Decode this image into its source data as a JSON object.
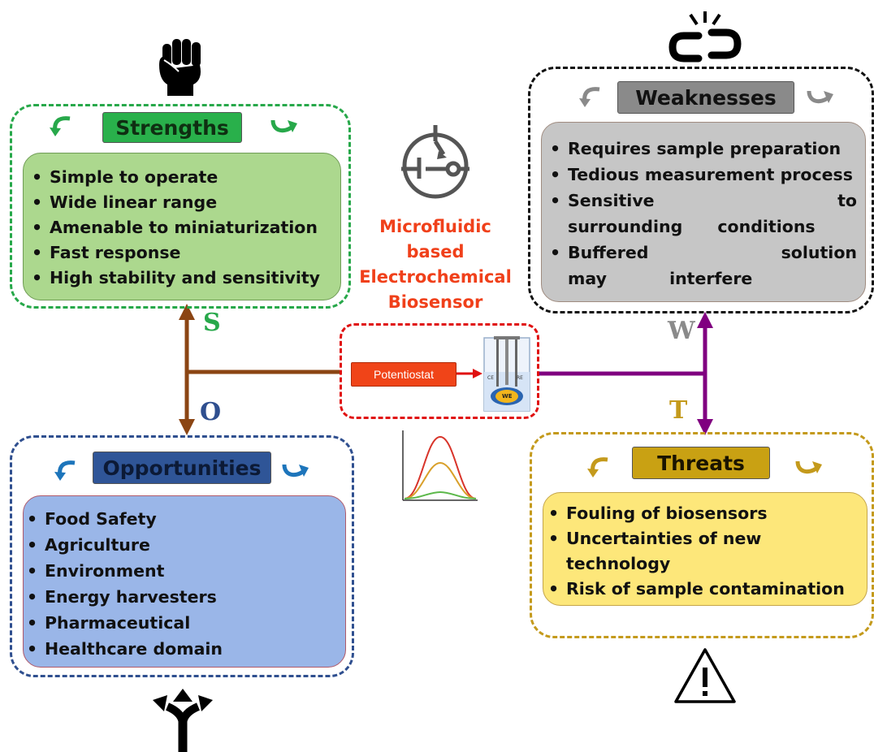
{
  "center": {
    "title_lines": [
      "Microfluidic",
      "based",
      "Electrochemical",
      "Biosensor"
    ],
    "potentiostat_label": "Potentiostat",
    "electrode_labels": {
      "ce": "CE",
      "re": "RE",
      "we": "WE"
    }
  },
  "strengths": {
    "letter": "S",
    "title": "Strengths",
    "items": [
      "Simple to operate",
      "Wide linear range",
      "Amenable to miniaturization",
      "Fast response",
      "High stability and sensitivity"
    ]
  },
  "weaknesses": {
    "letter": "W",
    "title": "Weaknesses",
    "items": [
      "Requires sample preparation",
      "Tedious measurement process",
      "Sensitive to surrounding conditions",
      "Buffered solution may interfere"
    ]
  },
  "opportunities": {
    "letter": "O",
    "title": "Opportunities",
    "items": [
      "Food Safety",
      "Agriculture",
      "Environment",
      "Energy harvesters",
      "Pharmaceutical",
      "Healthcare domain"
    ]
  },
  "threats": {
    "letter": "T",
    "title": "Threats",
    "items": [
      "Fouling of biosensors",
      "Uncertainties of new technology",
      "Risk of sample contamination"
    ]
  },
  "colors": {
    "strengths": "#27a84a",
    "weaknesses": "#111111",
    "opportunities": "#2f4f8f",
    "threats": "#c49a1c",
    "center": "#f0401a",
    "left_connector": "#8b4513",
    "right_connector": "#800080"
  },
  "icons": [
    "fist-icon",
    "broken-chain-icon",
    "crossroads-arrows-icon",
    "warning-triangle-icon",
    "electrode-symbol-icon",
    "curve-graph-icon",
    "electrochemical-cell-icon"
  ]
}
